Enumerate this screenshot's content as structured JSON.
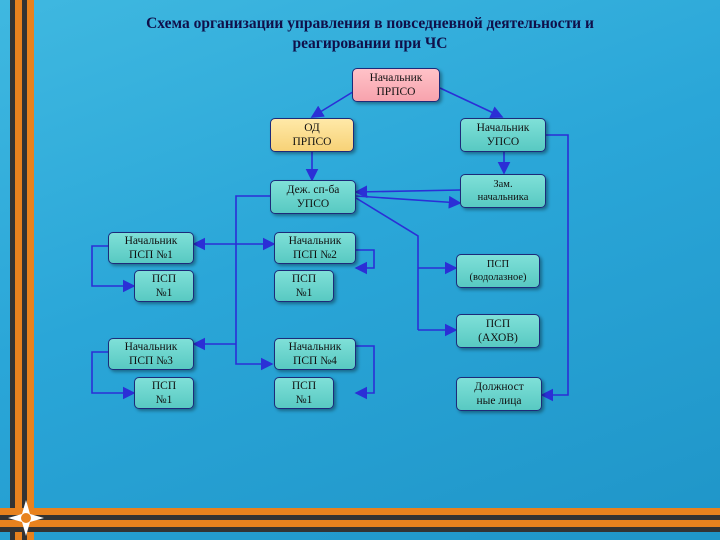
{
  "title_line1": "Схема организации управления в повседневной деятельности и",
  "title_line2": "реагировании при ЧС",
  "nodes": {
    "head": "Начальник\nПРПСО",
    "od": "ОД\nПРПСО",
    "head_upso": "Начальник\nУПСО",
    "duty": "Деж. сп-ба\nУПСО",
    "deputy": "Зам.\nначальника",
    "head_psp1": "Начальник\nПСП №1",
    "head_psp2": "Начальник\nПСП №2",
    "psp_a": "ПСП\n№1",
    "psp_b": "ПСП\n№1",
    "psp_water": "ПСП\n(водолазное)",
    "psp_ahov": "ПСП\n(АХОВ)",
    "head_psp3": "Начальник\nПСП №3",
    "head_psp4": "Начальник\nПСП №4",
    "psp_c": "ПСП\n№1",
    "psp_d": "ПСП\n№1",
    "officials": "Должност\nные лица"
  },
  "colors": {
    "line": "#2b2fd6",
    "stripe_orange": "#e8821e",
    "stripe_dark": "#3a3a3a"
  },
  "icons": {
    "corner": "star-emblem-icon"
  }
}
